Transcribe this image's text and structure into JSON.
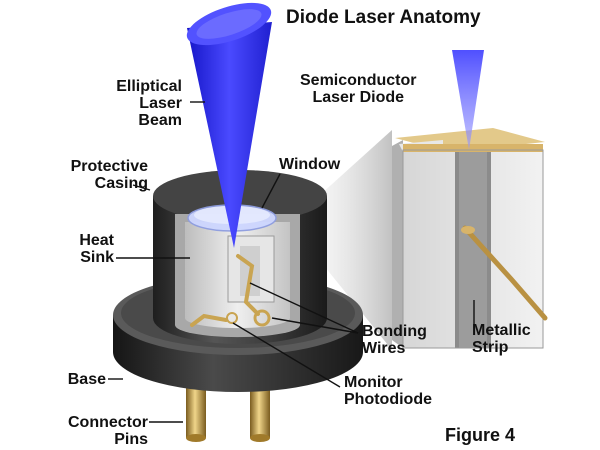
{
  "title": "Diode Laser Anatomy",
  "figure_label": "Figure 4",
  "labels": {
    "elliptical_beam": "Elliptical\nLaser\nBeam",
    "semiconductor_laser_diode": "Semiconductor\nLaser Diode",
    "window": "Window",
    "protective_casing": "Protective\nCasing",
    "heat_sink": "Heat\nSink",
    "bonding_wires": "Bonding\nWires",
    "metallic_strip": "Metallic\nStrip",
    "base": "Base",
    "monitor_photodiode": "Monitor\nPhotodiode",
    "connector_pins": "Connector\nPins"
  },
  "colors": {
    "beam": "#3b3bf0",
    "casing": "#3a3a3a",
    "base": "#2e2e2e",
    "heat_sink": "#d9d9d9",
    "gold": "#c9a451",
    "window": "#cfd8ff"
  }
}
